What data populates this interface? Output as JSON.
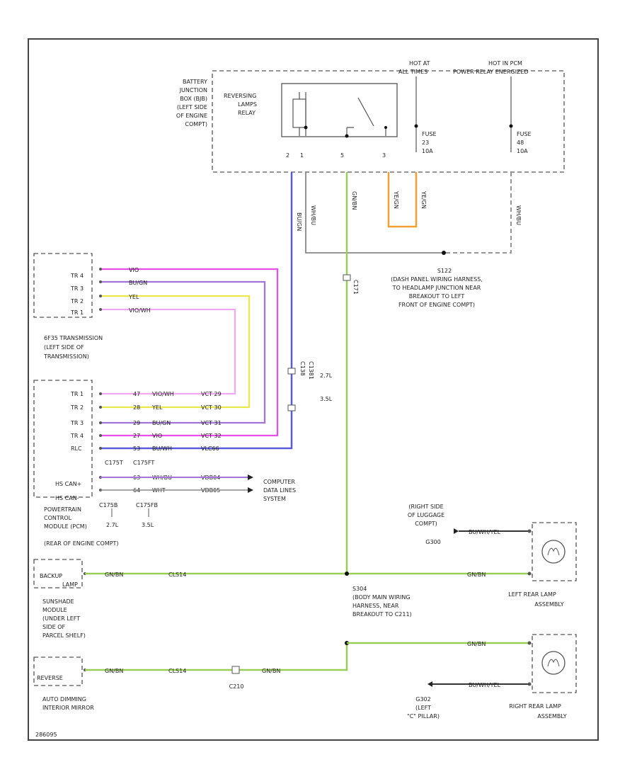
{
  "colors": {
    "blue": "#5a5ad8",
    "green": "#9acd55",
    "magenta": "#e84ee8",
    "yellow": "#e8e84a",
    "purple": "#a074d8",
    "pink": "#f0a8f0",
    "orange": "#f0a030",
    "gray": "#888888",
    "black": "#333333"
  },
  "header": {
    "hot_at_all_times": [
      "HOT AT",
      "ALL TIMES"
    ],
    "hot_in_pcm": "HOT IN PCM",
    "power_relay_energized": "POWER RELAY ENERGIZED"
  },
  "battery_junction_box": {
    "label_lines": [
      "BATTERY",
      "JUNCTION",
      "BOX (BJB)",
      "(LEFT SIDE",
      "OF ENGINE",
      "COMPT)"
    ]
  },
  "relay": {
    "label_lines": [
      "REVERSING",
      "LAMPS",
      "RELAY"
    ],
    "pins": [
      "2",
      "1",
      "5",
      "3"
    ]
  },
  "fuse_a": {
    "label": "FUSE",
    "number": "23",
    "rating": "10A"
  },
  "fuse_b": {
    "label": "FUSE",
    "number": "48",
    "rating": "10A"
  },
  "top_wires": {
    "w1": "BU/GN",
    "w2": "WH/BU",
    "w3": "GN/BN",
    "w4": "YE/GN",
    "w5": "YE/GN",
    "w6": "WH/BU"
  },
  "splice_s122": {
    "id": "S122",
    "lines": [
      "(DASH PANEL WIRING HARNESS,",
      "TO HEADLAMP JUNCTION NEAR",
      "BREAKOUT TO LEFT",
      "FRONT OF ENGINE COMPT)"
    ]
  },
  "c171": "C171",
  "transmission": {
    "pins": [
      "TR 4",
      "TR 3",
      "TR 2",
      "TR 1"
    ],
    "wires": [
      "VIO",
      "BU/GN",
      "YEL",
      "VIO/WH"
    ],
    "label_lines": [
      "6F35 TRANSMISSION",
      "(LEFT SIDE OF",
      "TRANSMISSION)"
    ]
  },
  "pcm": {
    "rows": [
      {
        "pin": "TR 1",
        "num": "47",
        "color": "VIO/WH",
        "circuit": "VCT 29"
      },
      {
        "pin": "TR 2",
        "num": "28",
        "color": "YEL",
        "circuit": "VCT 30"
      },
      {
        "pin": "TR 3",
        "num": "29",
        "color": "BU/GN",
        "circuit": "VCT 31"
      },
      {
        "pin": "TR 4",
        "num": "27",
        "color": "VIO",
        "circuit": "VCT 32"
      },
      {
        "pin": "RLC",
        "num": "53",
        "color": "BU/WH",
        "circuit": "VLC66"
      }
    ],
    "connectors": [
      "C175T",
      "C175FT"
    ],
    "can_rows": [
      {
        "pin": "HS CAN+",
        "num": "63",
        "color": "WH/BU",
        "circuit": "VDB04"
      },
      {
        "pin": "HS CAN-",
        "num": "64",
        "color": "WHT",
        "circuit": "VDB05"
      }
    ],
    "bottom_connectors": [
      "C175B",
      "C175FB"
    ],
    "bottom_sizes": [
      "2.7L",
      "3.5L"
    ],
    "label_lines": [
      "POWERTRAIN",
      "CONTROL",
      "MODULE (PCM)",
      "(REAR OF ENGINE COMPT)"
    ]
  },
  "c1381": {
    "ids": [
      "C138",
      "C1381"
    ],
    "sizes": [
      "2.7L",
      "3.5L"
    ]
  },
  "computer_data_lines": [
    "COMPUTER",
    "DATA LINES",
    "SYSTEM"
  ],
  "sunshade": {
    "pin_lines": [
      "BACKUP",
      "LAMP"
    ],
    "label_lines": [
      "SUNSHADE",
      "MODULE",
      "(UNDER LEFT",
      "SIDE OF",
      "PARCEL SHELF)"
    ]
  },
  "mirror": {
    "pin": "REVERSE",
    "label_lines": [
      "AUTO DIMMING",
      "INTERIOR MIRROR"
    ]
  },
  "bottom_wires": {
    "sunshade_color": "GN/BN",
    "sunshade_circuit": "CLS14",
    "left_lamp_color": "GN/BN",
    "left_lamp_ground": "BU/WH/YEL",
    "mirror_color": "GN/BN",
    "mirror_circuit": "CLS14",
    "mirror_after": "GN/BN",
    "right_lamp_color": "GN/BN",
    "right_lamp_ground": "BU/WH/YEL"
  },
  "c210": "C210",
  "splice_s304": {
    "id": "S304",
    "lines": [
      "(BODY MAIN WIRING",
      "HARNESS, NEAR",
      "BREAKOUT TO C211)"
    ]
  },
  "g300": {
    "lines": [
      "(RIGHT SIDE",
      "OF LUGGAGE",
      "COMPT)"
    ],
    "id": "G300"
  },
  "g302": {
    "id": "G302",
    "lines": [
      "(LEFT",
      "\"C\" PILLAR)"
    ]
  },
  "left_lamp": [
    "LEFT REAR LAMP",
    "ASSEMBLY"
  ],
  "right_lamp": [
    "RIGHT REAR LAMP",
    "ASSEMBLY"
  ],
  "figure_code": "286095"
}
